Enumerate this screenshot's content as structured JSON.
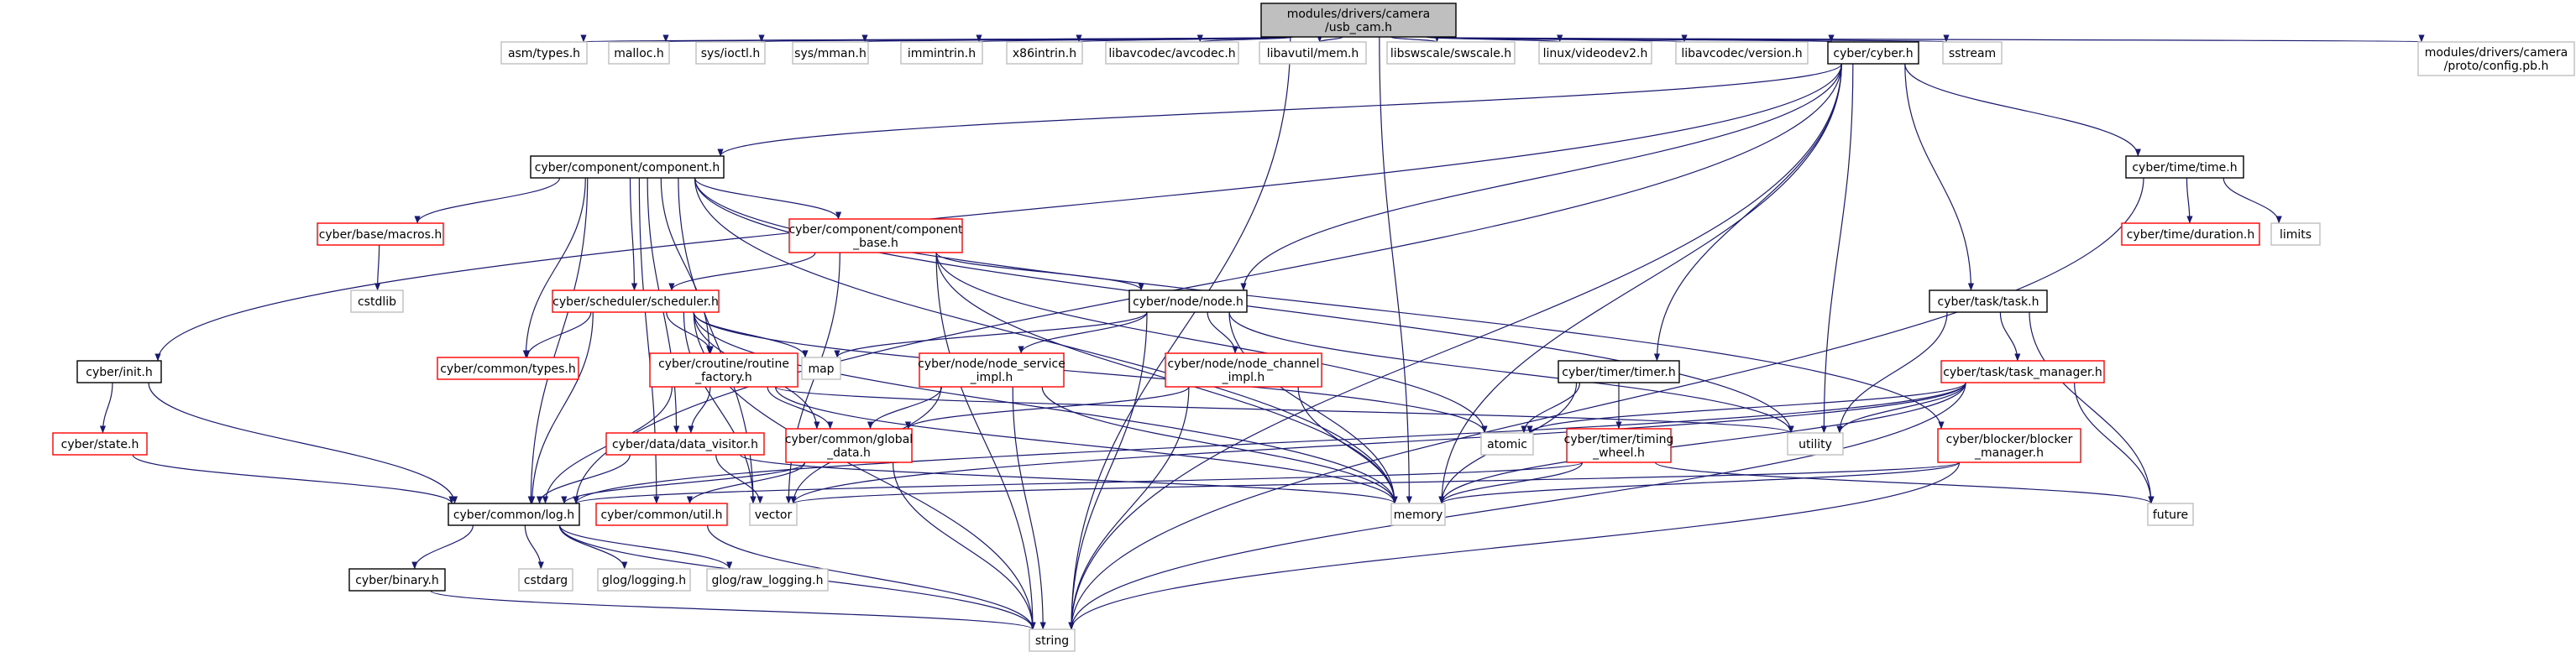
{
  "diagram": {
    "type": "include-dependency-graph",
    "colors": {
      "edge": "#191970",
      "documented_border": "#000000",
      "undocumented_border": "#ff0000",
      "external_border": "#bfbfbf",
      "root_fill": "#bfbfbf"
    },
    "nodes": [
      {
        "id": "root",
        "lines": [
          "modules/drivers/camera",
          "/usb_cam.h"
        ],
        "kind": "root"
      },
      {
        "id": "asm_types",
        "lines": [
          "asm/types.h"
        ],
        "kind": "ext"
      },
      {
        "id": "malloc",
        "lines": [
          "malloc.h"
        ],
        "kind": "ext"
      },
      {
        "id": "sys_ioctl",
        "lines": [
          "sys/ioctl.h"
        ],
        "kind": "ext"
      },
      {
        "id": "sys_mman",
        "lines": [
          "sys/mman.h"
        ],
        "kind": "ext"
      },
      {
        "id": "immintrin",
        "lines": [
          "immintrin.h"
        ],
        "kind": "ext"
      },
      {
        "id": "x86intrin",
        "lines": [
          "x86intrin.h"
        ],
        "kind": "ext"
      },
      {
        "id": "avcodec",
        "lines": [
          "libavcodec/avcodec.h"
        ],
        "kind": "ext"
      },
      {
        "id": "avutil_mem",
        "lines": [
          "libavutil/mem.h"
        ],
        "kind": "ext"
      },
      {
        "id": "swscale",
        "lines": [
          "libswscale/swscale.h"
        ],
        "kind": "ext"
      },
      {
        "id": "videodev2",
        "lines": [
          "linux/videodev2.h"
        ],
        "kind": "ext"
      },
      {
        "id": "avcodec_version",
        "lines": [
          "libavcodec/version.h"
        ],
        "kind": "ext"
      },
      {
        "id": "cyber_cyber",
        "lines": [
          "cyber/cyber.h"
        ],
        "kind": "doc"
      },
      {
        "id": "sstream",
        "lines": [
          "sstream"
        ],
        "kind": "ext"
      },
      {
        "id": "config_pb",
        "lines": [
          "modules/drivers/camera",
          "/proto/config.pb.h"
        ],
        "kind": "ext"
      },
      {
        "id": "component",
        "lines": [
          "cyber/component/component.h"
        ],
        "kind": "doc"
      },
      {
        "id": "time",
        "lines": [
          "cyber/time/time.h"
        ],
        "kind": "doc"
      },
      {
        "id": "macros",
        "lines": [
          "cyber/base/macros.h"
        ],
        "kind": "red"
      },
      {
        "id": "component_base",
        "lines": [
          "cyber/component/component",
          "_base.h"
        ],
        "kind": "red"
      },
      {
        "id": "duration",
        "lines": [
          "cyber/time/duration.h"
        ],
        "kind": "red"
      },
      {
        "id": "limits",
        "lines": [
          "limits"
        ],
        "kind": "ext"
      },
      {
        "id": "cstdlib",
        "lines": [
          "cstdlib"
        ],
        "kind": "ext"
      },
      {
        "id": "scheduler",
        "lines": [
          "cyber/scheduler/scheduler.h"
        ],
        "kind": "red"
      },
      {
        "id": "node",
        "lines": [
          "cyber/node/node.h"
        ],
        "kind": "doc"
      },
      {
        "id": "task",
        "lines": [
          "cyber/task/task.h"
        ],
        "kind": "doc"
      },
      {
        "id": "init",
        "lines": [
          "cyber/init.h"
        ],
        "kind": "doc"
      },
      {
        "id": "types",
        "lines": [
          "cyber/common/types.h"
        ],
        "kind": "red"
      },
      {
        "id": "routine_factory",
        "lines": [
          "cyber/croutine/routine",
          "_factory.h"
        ],
        "kind": "red"
      },
      {
        "id": "map",
        "lines": [
          "map"
        ],
        "kind": "ext"
      },
      {
        "id": "node_service_impl",
        "lines": [
          "cyber/node/node_service",
          "_impl.h"
        ],
        "kind": "red"
      },
      {
        "id": "node_channel_impl",
        "lines": [
          "cyber/node/node_channel",
          "_impl.h"
        ],
        "kind": "red"
      },
      {
        "id": "timer",
        "lines": [
          "cyber/timer/timer.h"
        ],
        "kind": "doc"
      },
      {
        "id": "task_manager",
        "lines": [
          "cyber/task/task_manager.h"
        ],
        "kind": "red"
      },
      {
        "id": "state",
        "lines": [
          "cyber/state.h"
        ],
        "kind": "red"
      },
      {
        "id": "data_visitor",
        "lines": [
          "cyber/data/data_visitor.h"
        ],
        "kind": "red"
      },
      {
        "id": "global_data",
        "lines": [
          "cyber/common/global",
          "_data.h"
        ],
        "kind": "red"
      },
      {
        "id": "atomic",
        "lines": [
          "atomic"
        ],
        "kind": "ext"
      },
      {
        "id": "timing_wheel",
        "lines": [
          "cyber/timer/timing",
          "_wheel.h"
        ],
        "kind": "red"
      },
      {
        "id": "utility",
        "lines": [
          "utility"
        ],
        "kind": "ext"
      },
      {
        "id": "blocker_manager",
        "lines": [
          "cyber/blocker/blocker",
          "_manager.h"
        ],
        "kind": "red"
      },
      {
        "id": "log",
        "lines": [
          "cyber/common/log.h"
        ],
        "kind": "doc"
      },
      {
        "id": "util",
        "lines": [
          "cyber/common/util.h"
        ],
        "kind": "red"
      },
      {
        "id": "vector",
        "lines": [
          "vector"
        ],
        "kind": "ext"
      },
      {
        "id": "memory",
        "lines": [
          "memory"
        ],
        "kind": "ext"
      },
      {
        "id": "future",
        "lines": [
          "future"
        ],
        "kind": "ext"
      },
      {
        "id": "binary",
        "lines": [
          "cyber/binary.h"
        ],
        "kind": "doc"
      },
      {
        "id": "cstdarg",
        "lines": [
          "cstdarg"
        ],
        "kind": "ext"
      },
      {
        "id": "glog_logging",
        "lines": [
          "glog/logging.h"
        ],
        "kind": "ext"
      },
      {
        "id": "glog_raw",
        "lines": [
          "glog/raw_logging.h"
        ],
        "kind": "ext"
      },
      {
        "id": "string",
        "lines": [
          "string"
        ],
        "kind": "ext"
      }
    ],
    "edges": [
      [
        "root",
        "asm_types"
      ],
      [
        "root",
        "malloc"
      ],
      [
        "root",
        "sys_ioctl"
      ],
      [
        "root",
        "sys_mman"
      ],
      [
        "root",
        "immintrin"
      ],
      [
        "root",
        "x86intrin"
      ],
      [
        "root",
        "avcodec"
      ],
      [
        "root",
        "avutil_mem"
      ],
      [
        "root",
        "swscale"
      ],
      [
        "root",
        "videodev2"
      ],
      [
        "root",
        "avcodec_version"
      ],
      [
        "root",
        "cyber_cyber"
      ],
      [
        "root",
        "sstream"
      ],
      [
        "root",
        "config_pb"
      ],
      [
        "root",
        "string"
      ],
      [
        "root",
        "memory"
      ],
      [
        "cyber_cyber",
        "component"
      ],
      [
        "cyber_cyber",
        "time"
      ],
      [
        "cyber_cyber",
        "init"
      ],
      [
        "cyber_cyber",
        "node"
      ],
      [
        "cyber_cyber",
        "timer"
      ],
      [
        "cyber_cyber",
        "task"
      ],
      [
        "cyber_cyber",
        "utility"
      ],
      [
        "cyber_cyber",
        "memory"
      ],
      [
        "cyber_cyber",
        "string"
      ],
      [
        "cyber_cyber",
        "log"
      ],
      [
        "component",
        "macros"
      ],
      [
        "component",
        "component_base"
      ],
      [
        "component",
        "scheduler"
      ],
      [
        "component",
        "types"
      ],
      [
        "component",
        "routine_factory"
      ],
      [
        "component",
        "data_visitor"
      ],
      [
        "component",
        "log"
      ],
      [
        "component",
        "util"
      ],
      [
        "component",
        "vector"
      ],
      [
        "component",
        "memory"
      ],
      [
        "component",
        "utility"
      ],
      [
        "component",
        "blocker_manager"
      ],
      [
        "time",
        "duration"
      ],
      [
        "time",
        "limits"
      ],
      [
        "time",
        "string"
      ],
      [
        "macros",
        "cstdlib"
      ],
      [
        "component_base",
        "scheduler"
      ],
      [
        "component_base",
        "node"
      ],
      [
        "component_base",
        "atomic"
      ],
      [
        "component_base",
        "memory"
      ],
      [
        "component_base",
        "string"
      ],
      [
        "component_base",
        "vector"
      ],
      [
        "scheduler",
        "types"
      ],
      [
        "scheduler",
        "routine_factory"
      ],
      [
        "scheduler",
        "map"
      ],
      [
        "scheduler",
        "log"
      ],
      [
        "scheduler",
        "memory"
      ],
      [
        "scheduler",
        "atomic"
      ],
      [
        "scheduler",
        "vector"
      ],
      [
        "scheduler",
        "string"
      ],
      [
        "scheduler",
        "global_data"
      ],
      [
        "node",
        "map"
      ],
      [
        "node",
        "node_service_impl"
      ],
      [
        "node",
        "node_channel_impl"
      ],
      [
        "node",
        "memory"
      ],
      [
        "node",
        "string"
      ],
      [
        "node",
        "utility"
      ],
      [
        "task",
        "task_manager"
      ],
      [
        "task",
        "utility"
      ],
      [
        "task",
        "future"
      ],
      [
        "init",
        "state"
      ],
      [
        "init",
        "log"
      ],
      [
        "routine_factory",
        "data_visitor"
      ],
      [
        "routine_factory",
        "global_data"
      ],
      [
        "routine_factory",
        "log"
      ],
      [
        "routine_factory",
        "utility"
      ],
      [
        "routine_factory",
        "memory"
      ],
      [
        "node_service_impl",
        "global_data"
      ],
      [
        "node_service_impl",
        "memory"
      ],
      [
        "node_service_impl",
        "string"
      ],
      [
        "node_service_impl",
        "vector"
      ],
      [
        "node_channel_impl",
        "global_data"
      ],
      [
        "node_channel_impl",
        "memory"
      ],
      [
        "node_channel_impl",
        "string"
      ],
      [
        "timer",
        "atomic"
      ],
      [
        "timer",
        "timing_wheel"
      ],
      [
        "timer",
        "memory"
      ],
      [
        "task_manager",
        "atomic"
      ],
      [
        "task_manager",
        "utility"
      ],
      [
        "task_manager",
        "memory"
      ],
      [
        "task_manager",
        "future"
      ],
      [
        "task_manager",
        "string"
      ],
      [
        "task_manager",
        "vector"
      ],
      [
        "task_manager",
        "log"
      ],
      [
        "state",
        "log"
      ],
      [
        "data_visitor",
        "log"
      ],
      [
        "data_visitor",
        "vector"
      ],
      [
        "data_visitor",
        "memory"
      ],
      [
        "global_data",
        "log"
      ],
      [
        "global_data",
        "util"
      ],
      [
        "global_data",
        "string"
      ],
      [
        "timing_wheel",
        "log"
      ],
      [
        "timing_wheel",
        "memory"
      ],
      [
        "timing_wheel",
        "future"
      ],
      [
        "blocker_manager",
        "memory"
      ],
      [
        "blocker_manager",
        "string"
      ],
      [
        "blocker_manager",
        "vector"
      ],
      [
        "log",
        "binary"
      ],
      [
        "log",
        "cstdarg"
      ],
      [
        "log",
        "glog_logging"
      ],
      [
        "log",
        "glog_raw"
      ],
      [
        "log",
        "string"
      ],
      [
        "util",
        "string"
      ],
      [
        "binary",
        "string"
      ]
    ]
  }
}
